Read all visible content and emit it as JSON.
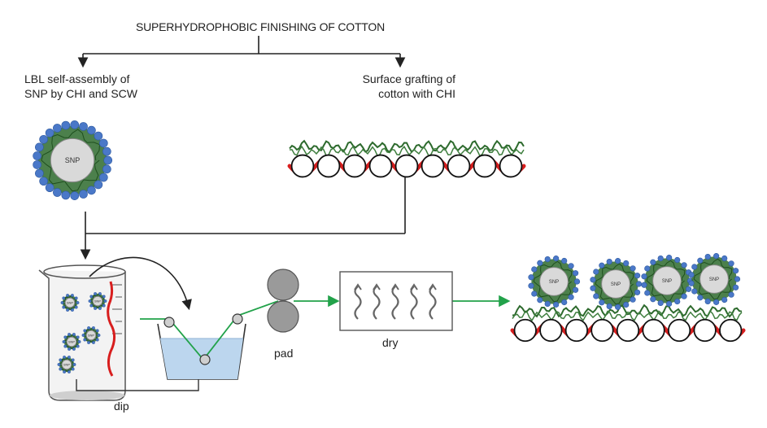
{
  "title": "SUPERHYDROPHOBIC FINISHING OF COTTON",
  "branches": {
    "left": {
      "line1": "LBL self-assembly of",
      "line2": "SNP by CHI and SCW"
    },
    "right": {
      "line1": "Surface grafting of",
      "line2": "cotton with CHI"
    }
  },
  "nanoparticle_label": "SNP",
  "steps": {
    "dip": "dip",
    "pad": "pad",
    "dry": "dry"
  },
  "colors": {
    "fiber_red": "#d81e1e",
    "chain_green": "#2d6a2d",
    "particle_blue": "#4a78c8",
    "core_gray": "#d9d9d9",
    "path_green": "#22a24a",
    "bath_blue": "#bcd6ee",
    "roller_gray": "#9a9a9a"
  }
}
